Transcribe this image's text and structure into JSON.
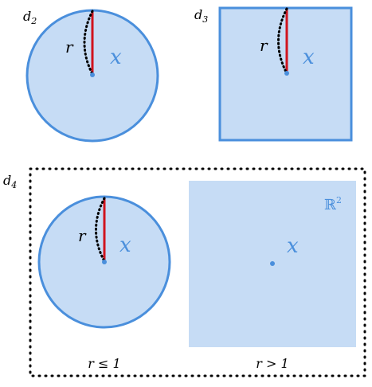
{
  "colors": {
    "fill": "#c6dcf5",
    "stroke": "#4a8fdc",
    "accent": "#4a8fdc",
    "radius_line": "#d0141e",
    "dotted": "#000000"
  },
  "panels": {
    "d2": {
      "label_main": "d",
      "label_sub": "2",
      "r_label": "r",
      "x_label": "x"
    },
    "d3": {
      "label_main": "d",
      "label_sub": "3",
      "r_label": "r",
      "x_label": "x"
    },
    "d4": {
      "label_main": "d",
      "label_sub": "4",
      "left": {
        "r_label": "r",
        "x_label": "x",
        "caption": "r ≤ 1"
      },
      "right": {
        "space_label": "ℝ",
        "space_sup": "2",
        "x_label": "x",
        "caption": "r > 1"
      }
    }
  }
}
